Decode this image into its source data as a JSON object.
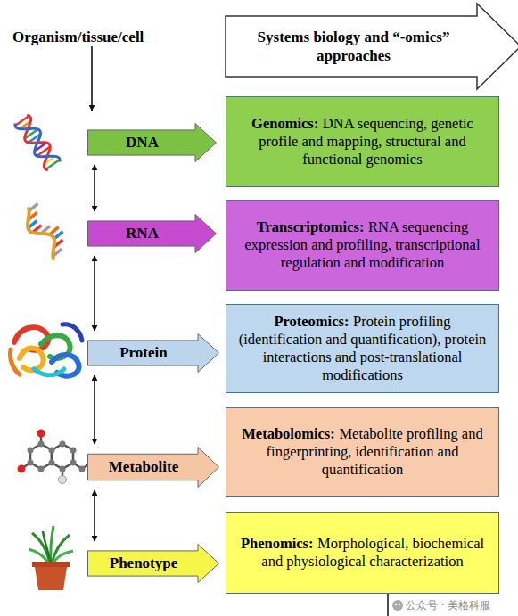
{
  "diagram": {
    "nodes": [
      {
        "text": [
          "Systems biology and “-omics” approaches"
        ]
      },
      {
        "text": [
          "DNA"
        ]
      },
      {
        "text": [
          "Genomics:",
          "DNA sequencing, genetic profile and mapping, structural and functional genomics"
        ]
      },
      {
        "text": [
          "RNA"
        ]
      },
      {
        "text": [
          "Transcriptomics:",
          "RNA sequencing expression and profiling, transcriptional regulation and modification"
        ]
      },
      {
        "text": [
          "Protein"
        ]
      },
      {
        "text": [
          "Proteomics:",
          "Protein profiling (identification and quantification), protein interactions and post-translational modifications"
        ]
      },
      {
        "text": [
          "Metabolite"
        ]
      },
      {
        "text": [
          "Metabolomics:",
          "Metabolite profiling and fingerprinting, identification and quantification"
        ]
      },
      {
        "text": [
          "Phenotype"
        ]
      },
      {
        "text": [
          "Phenomics:",
          "Morphological, biochemical and physiological characterization"
        ]
      }
    ],
    "edges": [
      {
        "from": 1,
        "to": 3,
        "arrow": "both"
      },
      {
        "from": 3,
        "to": 5,
        "arrow": "both"
      },
      {
        "from": 5,
        "to": 7,
        "arrow": "both"
      },
      {
        "from": 7,
        "to": 9,
        "arrow": "both"
      }
    ],
    "labels": [
      "Organism/tissue/cell",
      "公众号 · 美格科服"
    ]
  }
}
